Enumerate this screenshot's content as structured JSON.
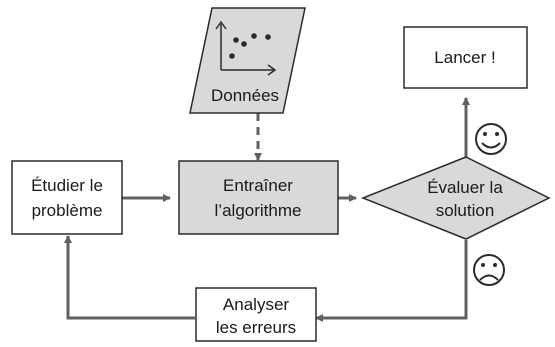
{
  "diagram": {
    "data_node": {
      "label": "Données"
    },
    "study_node": {
      "line1": "Étudier le",
      "line2": "problème"
    },
    "train_node": {
      "line1": "Entraîner",
      "line2": "l’algorithme"
    },
    "evaluate_node": {
      "line1": "Évaluer la",
      "line2": "solution"
    },
    "launch_node": {
      "label": "Lancer !"
    },
    "analyze_node": {
      "line1": "Analyser",
      "line2": "les erreurs"
    },
    "happy_face": {
      "icon": "happy-face-icon"
    },
    "sad_face": {
      "icon": "sad-face-icon"
    }
  },
  "colors": {
    "box_fill_light": "#ffffff",
    "box_fill_gray": "#d9d9d9",
    "stroke": "#2b2b2b",
    "arrow": "#606060"
  }
}
